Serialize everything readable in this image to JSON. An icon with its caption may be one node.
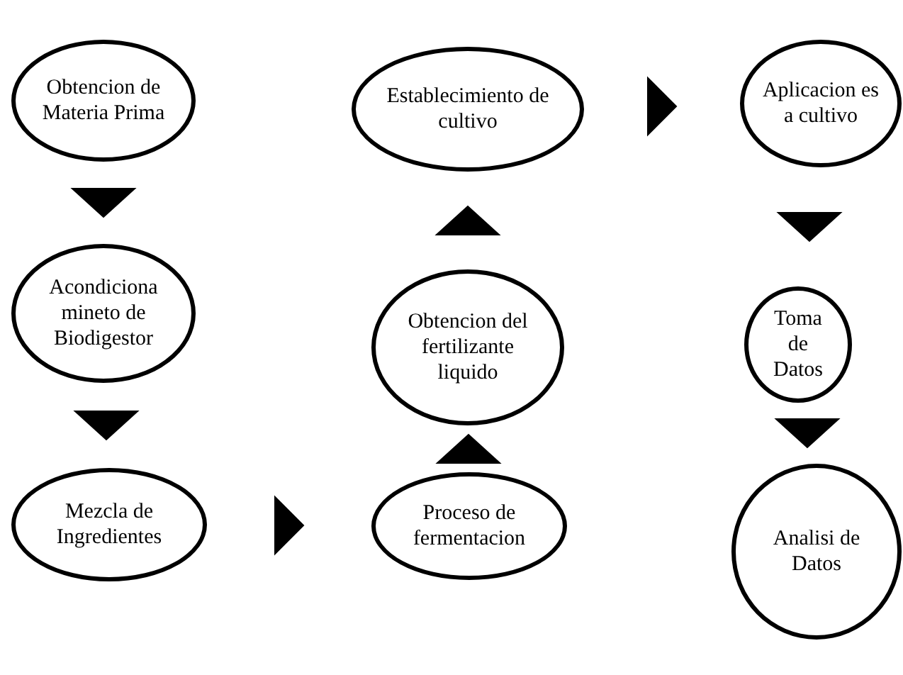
{
  "diagram": {
    "nodes": [
      {
        "text": [
          "Obtencion de Materia Prima"
        ]
      },
      {
        "text": [
          "Acondiciona mineto de Biodigestor"
        ]
      },
      {
        "text": [
          "Mezcla de Ingredientes"
        ]
      },
      {
        "text": [
          "Proceso de fermentacion"
        ]
      },
      {
        "text": [
          "Obtencion del fertilizante liquido"
        ]
      },
      {
        "text": [
          "Establecimiento de cultivo"
        ]
      },
      {
        "text": [
          "Aplicacion es a cultivo"
        ]
      },
      {
        "text": [
          "Toma de Datos"
        ]
      },
      {
        "text": [
          "Analisi de Datos"
        ]
      }
    ],
    "edges": [
      {
        "from": 0,
        "to": 1,
        "arrow": "to"
      },
      {
        "from": 1,
        "to": 2,
        "arrow": "to"
      },
      {
        "from": 2,
        "to": 3,
        "arrow": "to"
      },
      {
        "from": 3,
        "to": 4,
        "arrow": "to"
      },
      {
        "from": 4,
        "to": 5,
        "arrow": "to"
      },
      {
        "from": 5,
        "to": 6,
        "arrow": "to"
      },
      {
        "from": 6,
        "to": 7,
        "arrow": "to"
      },
      {
        "from": 7,
        "to": 8,
        "arrow": "to"
      }
    ]
  }
}
